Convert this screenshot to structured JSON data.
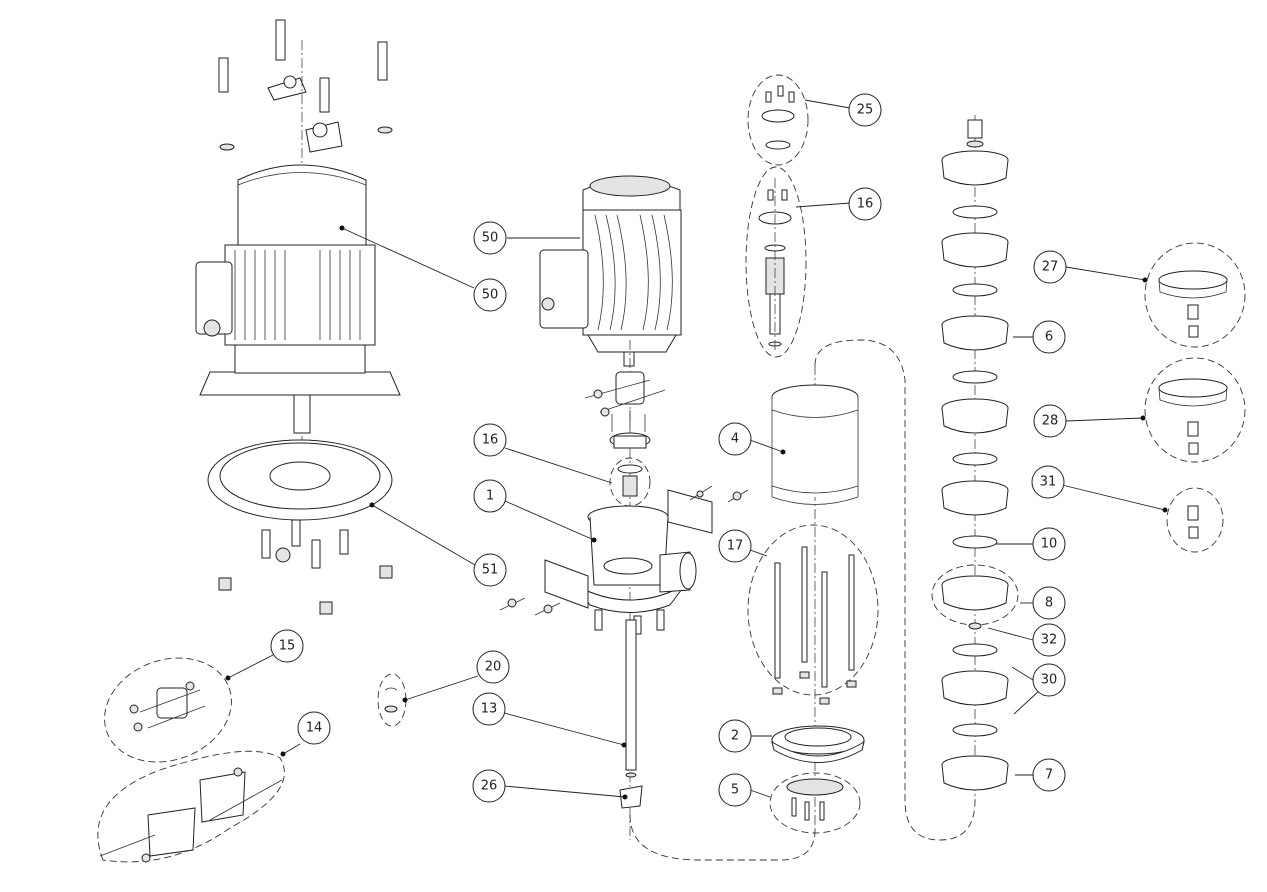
{
  "title": "Vertical multistage pump exploded view",
  "callouts": [
    {
      "id": "c50a",
      "label": "50"
    },
    {
      "id": "c50b",
      "label": "50"
    },
    {
      "id": "c51",
      "label": "51"
    },
    {
      "id": "c16a",
      "label": "16"
    },
    {
      "id": "c1",
      "label": "1"
    },
    {
      "id": "c25",
      "label": "25"
    },
    {
      "id": "c16b",
      "label": "16"
    },
    {
      "id": "c4",
      "label": "4"
    },
    {
      "id": "c17",
      "label": "17"
    },
    {
      "id": "c2",
      "label": "2"
    },
    {
      "id": "c5",
      "label": "5"
    },
    {
      "id": "c15",
      "label": "15"
    },
    {
      "id": "c14",
      "label": "14"
    },
    {
      "id": "c20",
      "label": "20"
    },
    {
      "id": "c13",
      "label": "13"
    },
    {
      "id": "c26",
      "label": "26"
    },
    {
      "id": "c27",
      "label": "27"
    },
    {
      "id": "c6",
      "label": "6"
    },
    {
      "id": "c28",
      "label": "28"
    },
    {
      "id": "c31",
      "label": "31"
    },
    {
      "id": "c10",
      "label": "10"
    },
    {
      "id": "c8",
      "label": "8"
    },
    {
      "id": "c32",
      "label": "32"
    },
    {
      "id": "c30",
      "label": "30"
    },
    {
      "id": "c7",
      "label": "7"
    }
  ],
  "parts": {
    "large_motor": "motor",
    "small_motor": "motor",
    "motor_flange": "flange",
    "pump_head": "pump head",
    "outer_sleeve": "outer sleeve",
    "tie_rods": "tie rods",
    "base": "base",
    "strainer": "strainer",
    "shaft": "shaft",
    "stage_stack": "stages"
  }
}
